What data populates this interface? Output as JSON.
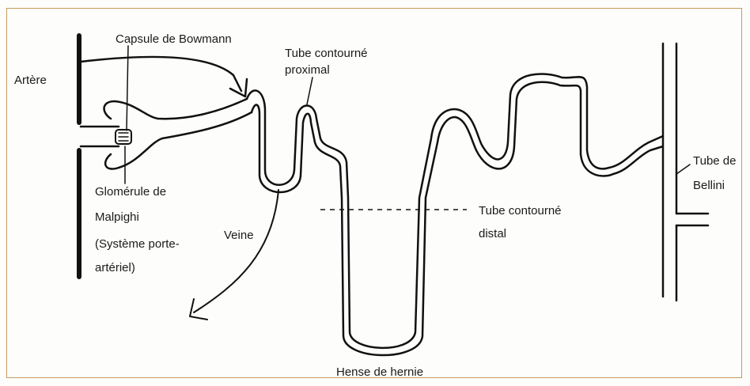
{
  "diagram": {
    "labels": {
      "artere": "Artère",
      "capsule": "Capsule de Bowmann",
      "tube_proximal_line1": "Tube contourné",
      "tube_proximal_line2": "proximal",
      "glomerule_line1": "Glomérule de",
      "glomerule_line2": "Malpighi",
      "glomerule_line3": "(Système porte-",
      "glomerule_line4": "artériel)",
      "veine": "Veine",
      "tube_distal_line1": "Tube contourné",
      "tube_distal_line2": "distal",
      "bellini_line1": "Tube de",
      "bellini_line2": "Bellini",
      "henle": "Hense de hernie"
    },
    "colors": {
      "ink": "#111111",
      "frame": "#c79a5e",
      "background": "#fdfdfb"
    }
  }
}
